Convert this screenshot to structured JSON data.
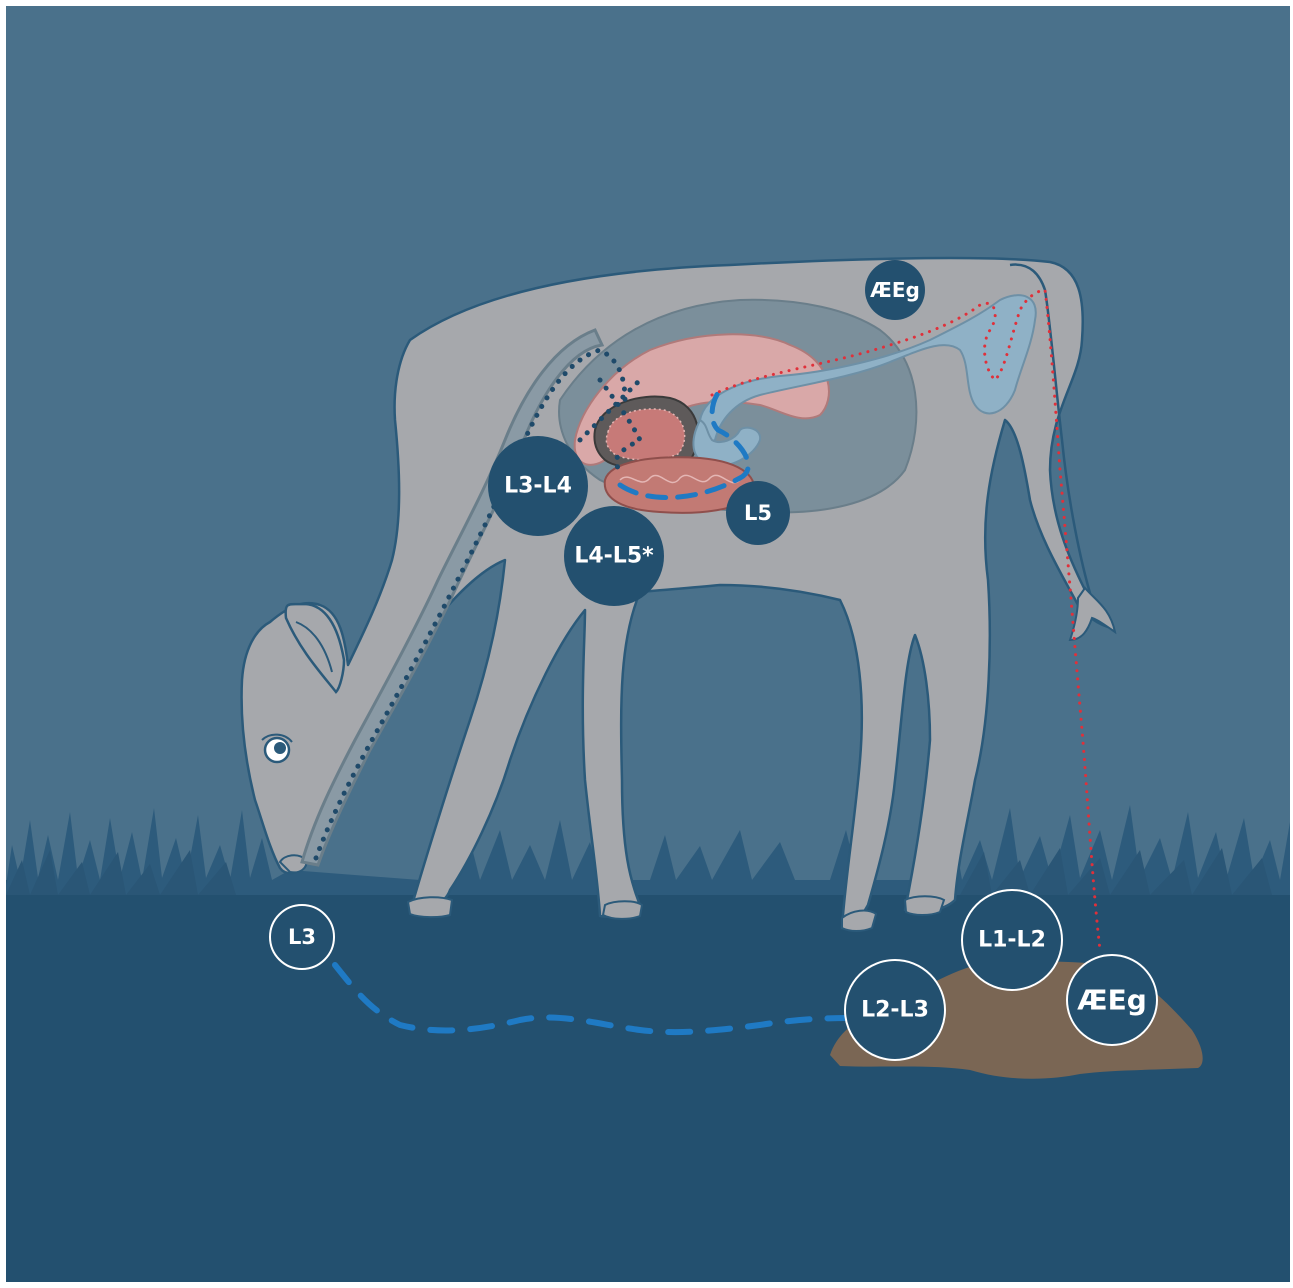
{
  "colors": {
    "sky": "#4a718b",
    "ground": "#23506f",
    "grass": "#2d5b7c",
    "calf": "#a6a8ac",
    "calf_outline": "#2b5a7a",
    "gut": "#7b8f9b",
    "manure": "#7a6654",
    "red_path": "#e0303a",
    "blue_path": "#1f7ac4",
    "dark_path": "#1f4a6a",
    "badge": "#23506f"
  },
  "labels": {
    "aeg_host": "ÆEg",
    "l3_l4": "L3-L4",
    "l4_l5": "L4-L5*",
    "l5": "L5",
    "l3_pasture": "L3",
    "l1_l2": "L1-L2",
    "l2_l3": "L2-L3",
    "aeg_feces": "ÆEg"
  }
}
